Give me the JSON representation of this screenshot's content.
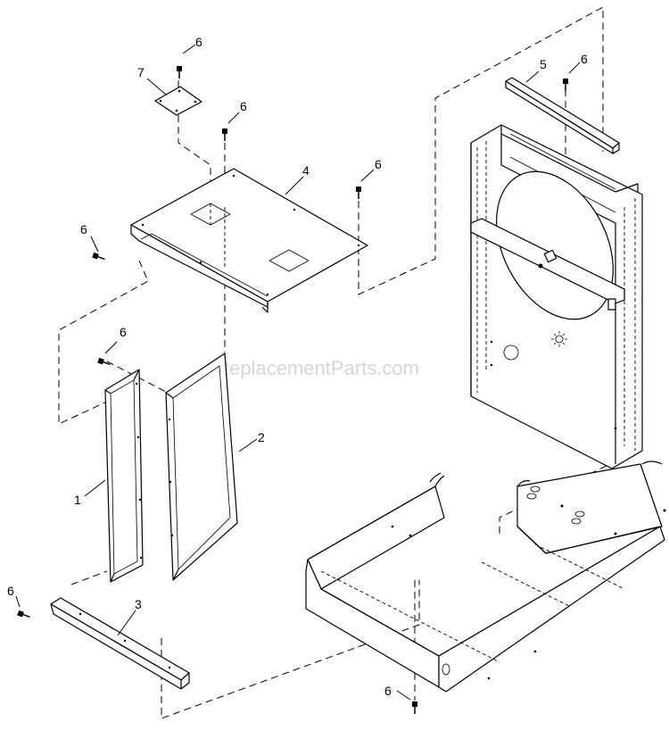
{
  "watermark": "eReplacementParts.com",
  "callouts": {
    "c1": "1",
    "c2": "2",
    "c3": "3",
    "c4": "4",
    "c5": "5",
    "c6": "6",
    "c7": "7"
  }
}
